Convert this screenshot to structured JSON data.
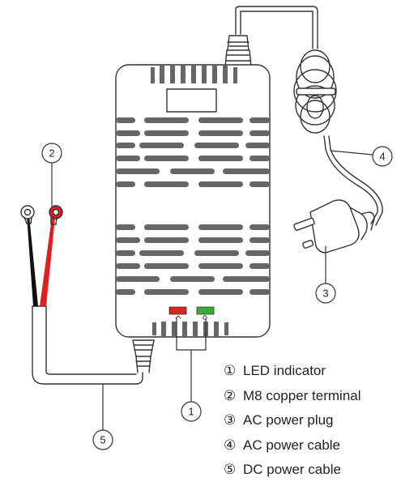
{
  "callouts": [
    {
      "id": "1",
      "label": "1"
    },
    {
      "id": "2",
      "label": "2"
    },
    {
      "id": "3",
      "label": "3"
    },
    {
      "id": "4",
      "label": "4"
    },
    {
      "id": "5",
      "label": "5"
    }
  ],
  "legend": [
    {
      "num": "①",
      "text": "LED indicator"
    },
    {
      "num": "②",
      "text": "M8 copper terminal"
    },
    {
      "num": "③",
      "text": "AC power plug"
    },
    {
      "num": "④",
      "text": "AC power cable"
    },
    {
      "num": "⑤",
      "text": "DC power cable"
    }
  ],
  "colors": {
    "line": "#333333",
    "led_red": "#d9261c",
    "led_green": "#3aa935",
    "wire_red": "#e02020",
    "wire_black": "#111111"
  },
  "icons": [
    "charger-body",
    "ac-plug",
    "ring-terminal"
  ]
}
